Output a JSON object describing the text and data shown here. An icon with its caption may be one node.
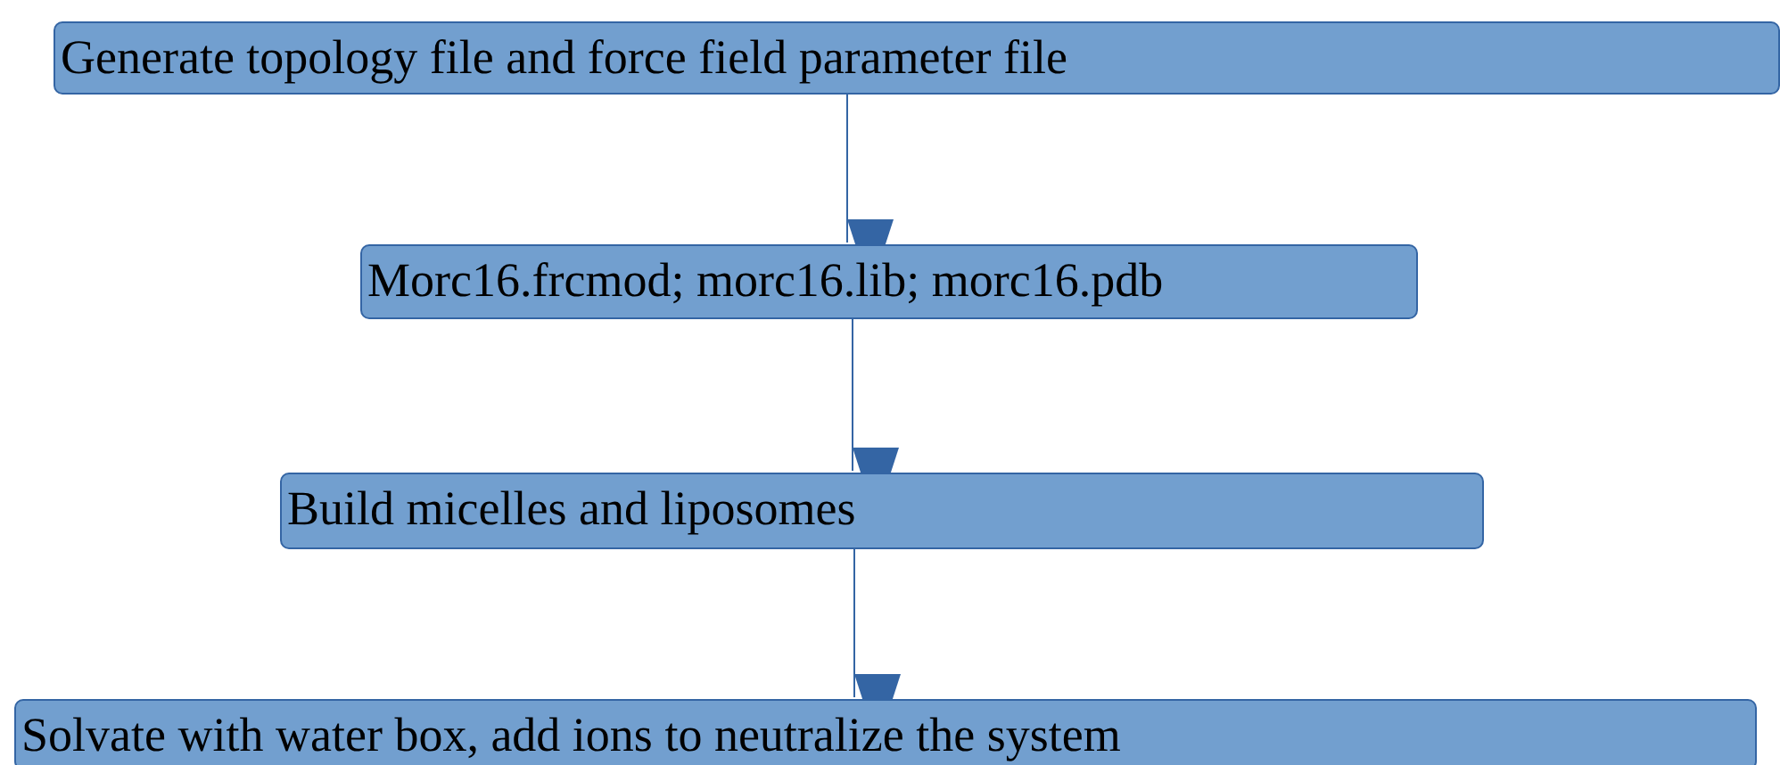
{
  "diagram": {
    "nodes": [
      {
        "text": [
          "Generate topology file and force field parameter file"
        ]
      },
      {
        "text": [
          "Morc16.frcmod; morc16.lib; morc16.pdb"
        ]
      },
      {
        "text": [
          "Build micelles and liposomes"
        ]
      },
      {
        "text": [
          "Solvate with water box, add ions to neutralize the system"
        ]
      }
    ],
    "edges": [
      {
        "from": 0,
        "to": 1,
        "arrow": "to"
      },
      {
        "from": 1,
        "to": 2,
        "arrow": "to"
      },
      {
        "from": 2,
        "to": 3,
        "arrow": "to"
      }
    ]
  }
}
